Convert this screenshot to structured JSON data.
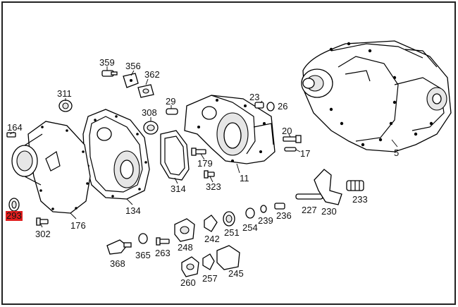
{
  "diagram": {
    "highlight_color": "#e11d1d",
    "labels": {
      "p5": "5",
      "p11": "11",
      "p17": "17",
      "p20": "20",
      "p23": "23",
      "p26": "26",
      "p29": "29",
      "p134": "134",
      "p164": "164",
      "p176": "176",
      "p179": "179",
      "p227": "227",
      "p230": "230",
      "p233": "233",
      "p236": "236",
      "p239": "239",
      "p242": "242",
      "p245": "245",
      "p248": "248",
      "p251": "251",
      "p254": "254",
      "p257": "257",
      "p260": "260",
      "p263": "263",
      "p293": "293",
      "p302": "302",
      "p308": "308",
      "p311": "311",
      "p314": "314",
      "p323": "323",
      "p356": "356",
      "p359": "359",
      "p362": "362",
      "p365": "365",
      "p368": "368"
    }
  }
}
